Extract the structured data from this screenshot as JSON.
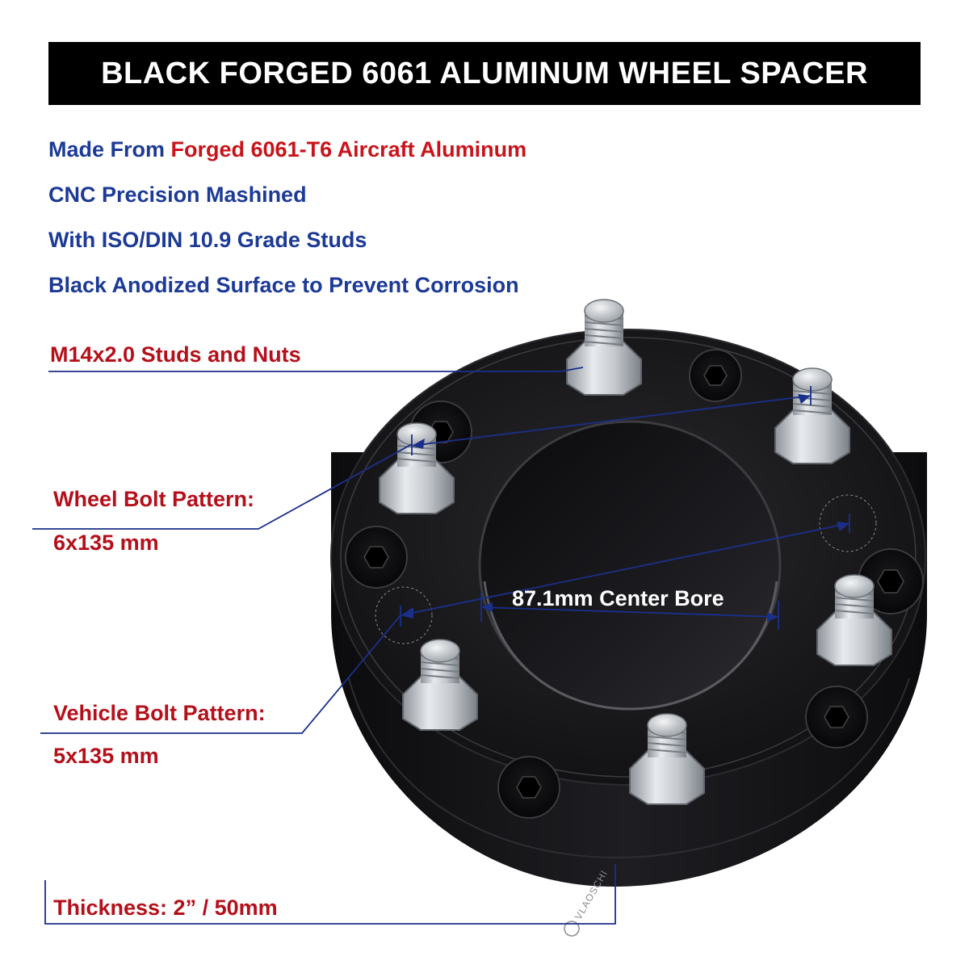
{
  "header": {
    "title": "BLACK FORGED 6061 ALUMINUM WHEEL SPACER"
  },
  "features": [
    {
      "prefix": "Made From ",
      "highlight": "Forged 6061-T6 Aircraft Aluminum"
    },
    {
      "text": "CNC Precision Mashined"
    },
    {
      "text": "With ISO/DIN 10.9 Grade Studs"
    },
    {
      "text": "Black Anodized Surface to Prevent Corrosion"
    }
  ],
  "callouts": {
    "studs": "M14x2.0 Studs and Nuts",
    "wheel_bolt_label": "Wheel Bolt Pattern:",
    "wheel_bolt_value": "6x135 mm",
    "vehicle_bolt_label": "Vehicle Bolt Pattern:",
    "vehicle_bolt_value": "5x135 mm",
    "center_bore": "87.1mm Center Bore",
    "thickness": "Thickness: 2” / 50mm"
  },
  "brand": {
    "name": "VLAOSCHI"
  },
  "colors": {
    "banner_bg": "#000000",
    "feature_blue": "#1c3a96",
    "highlight_red": "#c8141a",
    "callout_red": "#b4101a",
    "leader_blue": "#1a2f8a"
  },
  "icons": [
    "hex-socket-icon",
    "stud-icon",
    "brand-logo-icon"
  ]
}
